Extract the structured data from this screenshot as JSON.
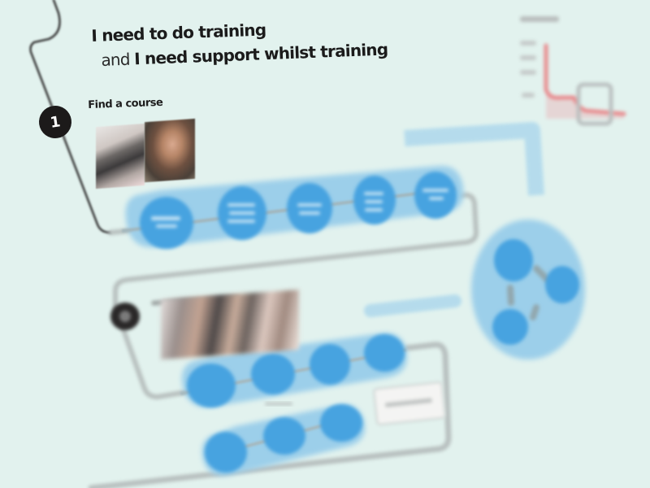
{
  "header": {
    "title": "I need to do training",
    "subtitle_prefix": "and ",
    "subtitle_bold": "I need support whilst training"
  },
  "steps": [
    {
      "number": "1",
      "label": "Find a course",
      "photos": [
        "person-photo-1",
        "person-photo-2"
      ],
      "nodes": [
        {
          "label": ""
        },
        {
          "label": ""
        },
        {
          "label": ""
        },
        {
          "label": ""
        },
        {
          "label": ""
        }
      ]
    },
    {
      "number": "",
      "label": "",
      "photos": [
        "group-photo"
      ],
      "nodes_row_1": [
        {
          "label": ""
        },
        {
          "label": ""
        },
        {
          "label": ""
        },
        {
          "label": ""
        }
      ],
      "nodes_row_2": [
        {
          "label": ""
        },
        {
          "label": ""
        },
        {
          "label": ""
        }
      ],
      "callout_box": ""
    }
  ],
  "cluster": {
    "nodes": [
      {
        "label": ""
      },
      {
        "label": ""
      },
      {
        "label": ""
      }
    ]
  },
  "mini_chart": {
    "title": "",
    "y_ticks": [
      "",
      "",
      "",
      ""
    ]
  },
  "colors": {
    "background": "#e2f2ee",
    "node_blue": "#46a3e0",
    "band_blue": "#9ccfea",
    "path_grey": "#b9c2c1",
    "path_dark": "#3a3a3a",
    "badge_dark": "#1c1a1a",
    "chart_red": "#e88b8e"
  },
  "chart_data": {
    "type": "line",
    "title": "",
    "xlabel": "",
    "ylabel": "",
    "note": "Blurred miniature chart; values illegible. Shape: starts high, drops steeply, then levels low with a small step.",
    "x": [
      0,
      1,
      2,
      3,
      4,
      5,
      6
    ],
    "values": [
      100,
      100,
      25,
      22,
      10,
      9,
      8
    ]
  }
}
